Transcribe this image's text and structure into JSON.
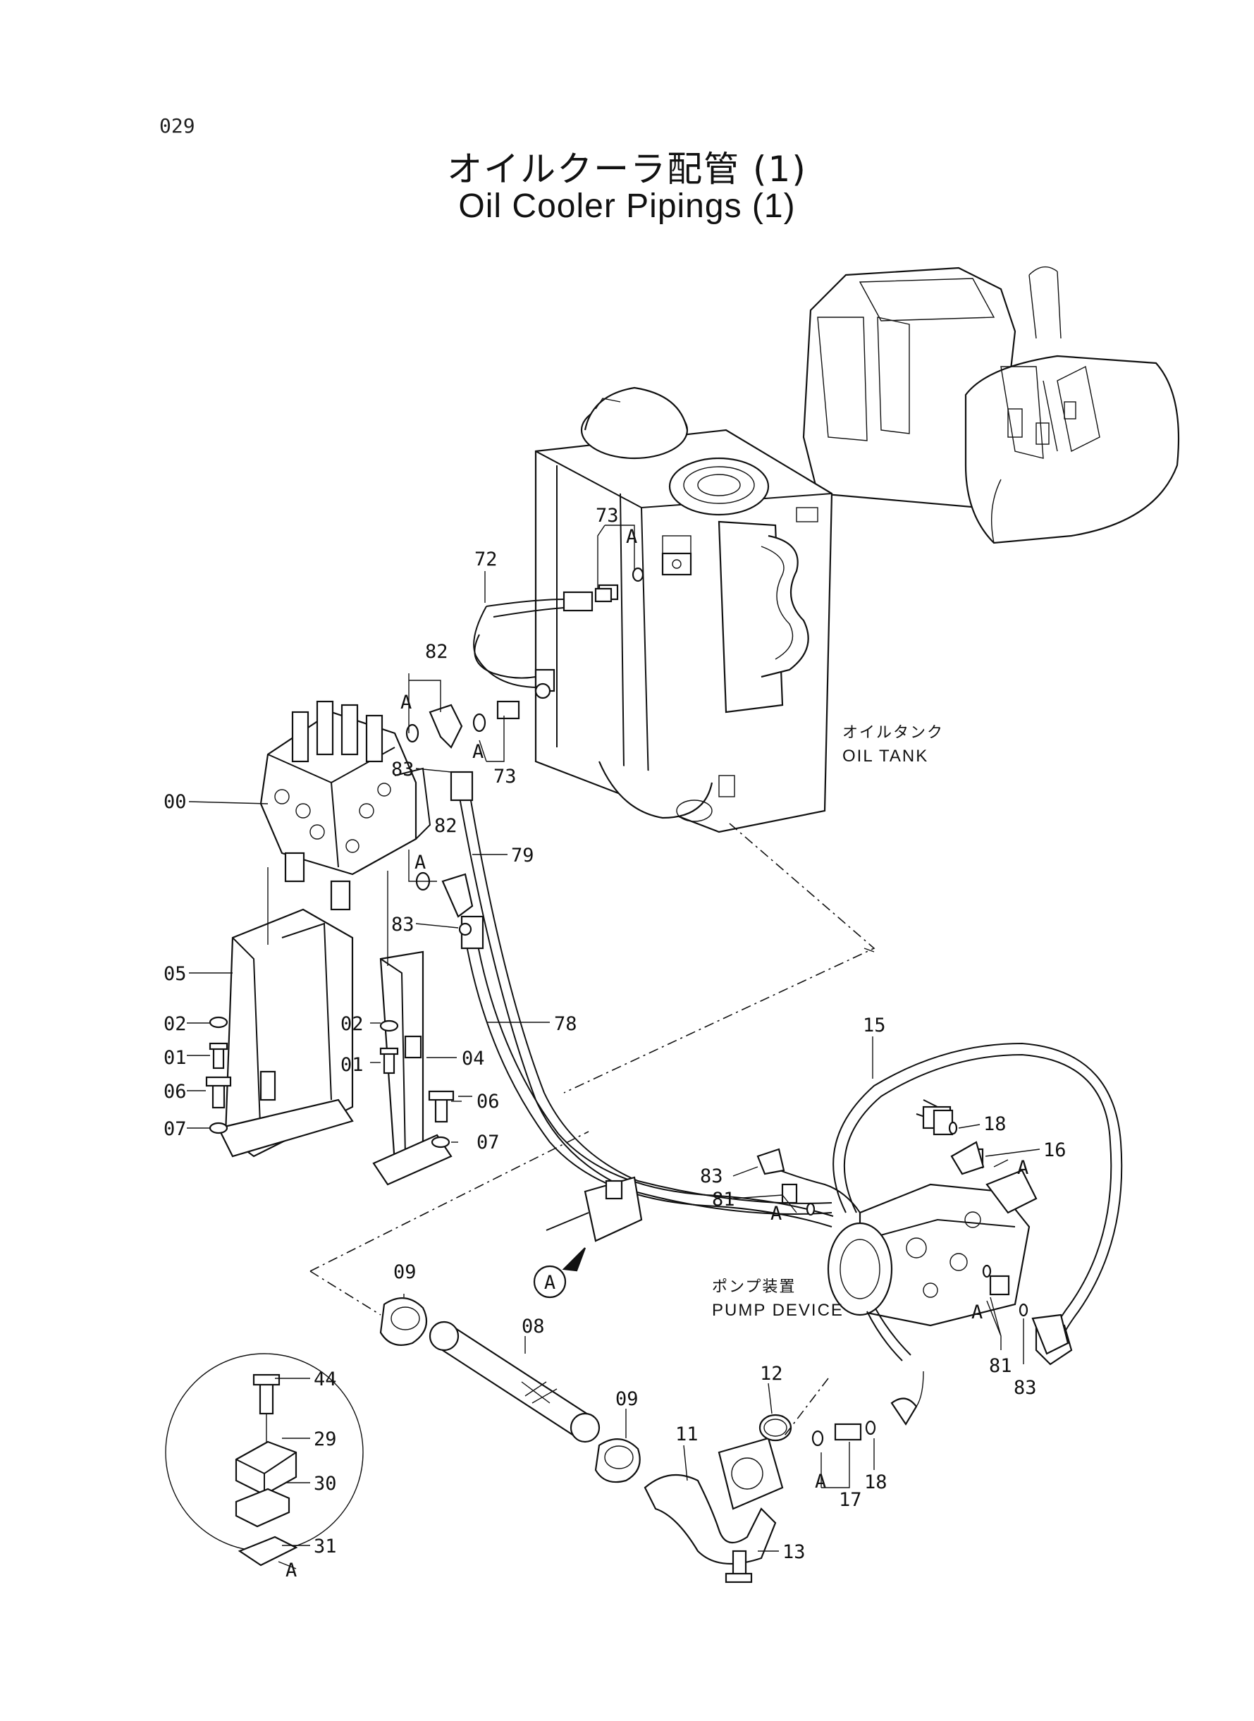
{
  "page_number": "029",
  "title": {
    "japanese": "オイルクーラ配管 (1)",
    "english": "Oil Cooler Pipings (1)"
  },
  "components": {
    "oil_tank": {
      "japanese": "オイルタンク",
      "english": "OIL TANK"
    },
    "pump_device": {
      "japanese": "ポンプ装置",
      "english": "PUMP DEVICE"
    }
  },
  "detail": {
    "callout": "A",
    "detail_label": "A"
  },
  "part_callouts": [
    "00",
    "01",
    "01",
    "02",
    "02",
    "04",
    "05",
    "06",
    "06",
    "07",
    "07",
    "08",
    "09",
    "09",
    "11",
    "12",
    "13",
    "15",
    "16",
    "17",
    "18",
    "18",
    "29",
    "30",
    "31",
    "44",
    "72",
    "73",
    "73",
    "78",
    "79",
    "81",
    "81",
    "82",
    "82",
    "83",
    "83",
    "83",
    "83",
    "83"
  ],
  "reference_mark": "A"
}
